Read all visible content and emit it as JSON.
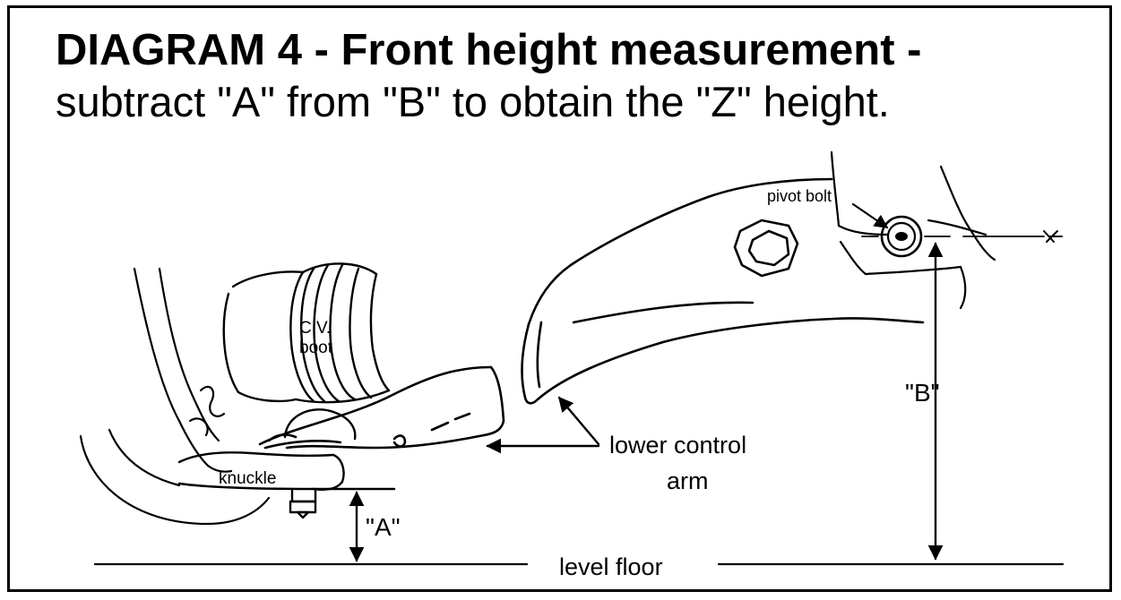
{
  "title": "DIAGRAM  4 - Front height measurement -",
  "subtitle": "subtract \"A\" from \"B\" to obtain the \"Z\" height.",
  "labels": {
    "pivot_bolt": "pivot bolt",
    "cv_line1": "C.V.",
    "cv_line2": "boot",
    "knuckle": "knuckle",
    "lower_control_line1": "lower control",
    "lower_control_line2": "arm",
    "b_dimension": "\"B\"",
    "a_dimension": "\"A\"",
    "level_floor": "level floor"
  }
}
